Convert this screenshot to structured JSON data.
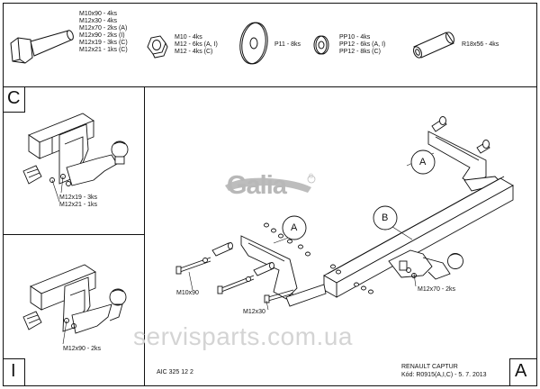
{
  "parts": {
    "bolt": [
      "M10x90 - 4ks",
      "M12x30 - 4ks",
      "M12x70 - 2ks (A)",
      "M12x90 - 2ks (I)",
      "M12x19 - 3ks (C)",
      "M12x21 - 1ks (C)"
    ],
    "nut": [
      "M10 - 4ks",
      "M12 - 6ks (A, I)",
      "M12 - 4ks (C)"
    ],
    "washer": [
      "P11 - 8ks"
    ],
    "spring_washer": [
      "PP10 - 4ks",
      "PP12 - 6ks (A, I)",
      "PP12 - 8ks (C)"
    ],
    "sleeve": [
      "R18x56 - 4ks"
    ]
  },
  "panels": {
    "c": {
      "letter": "C",
      "callouts": [
        "M12x19 - 3ks",
        "M12x21 - 1ks"
      ]
    },
    "i": {
      "letter": "I",
      "callout": "M12x90 - 2ks"
    },
    "a": {
      "letter": "A"
    }
  },
  "main": {
    "logo": "Galia",
    "registered": "®",
    "balloon_a_top": "A",
    "balloon_a_left": "A",
    "balloon_b": "B",
    "callout_m10x90": "M10x90",
    "callout_m12x30": "M12x30",
    "callout_m12x70": "M12x70 - 2ks"
  },
  "footer": {
    "code": "AIC 325 12 2",
    "vehicle": "RENAULT CAPTUR",
    "ref": "Kód: R0915(A,I,C) - 5. 7. 2013"
  },
  "watermark": "servisparts.com.ua"
}
